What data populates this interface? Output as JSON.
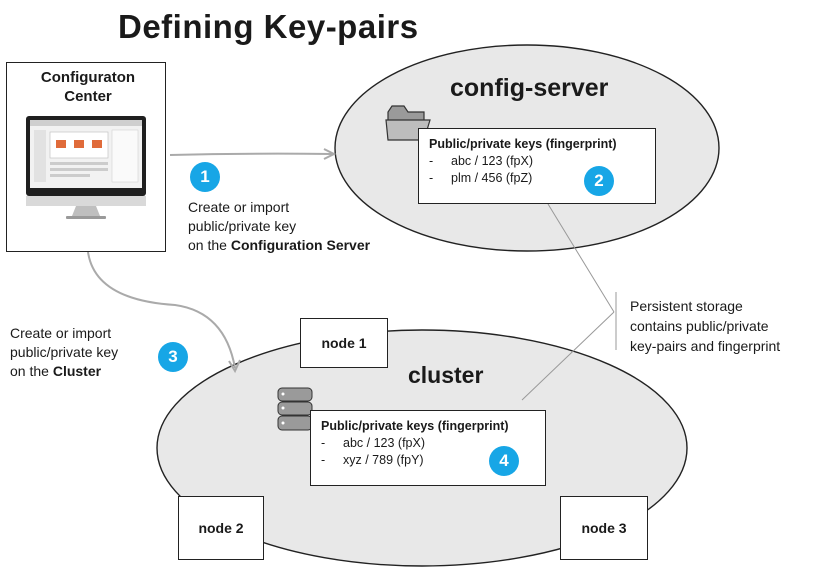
{
  "title": "Defining Key-pairs",
  "config_center": {
    "label_line1": "Configuraton",
    "label_line2": "Center"
  },
  "config_server": {
    "title": "config-server",
    "keys_title": "Public/private keys (fingerprint)",
    "keys": [
      "abc / 123 (fpX)",
      "plm / 456 (fpZ)"
    ]
  },
  "cluster": {
    "title": "cluster",
    "keys_title": "Public/private keys (fingerprint)",
    "keys": [
      "abc / 123 (fpX)",
      "xyz / 789 (fpY)"
    ],
    "nodes": [
      "node 1",
      "node 2",
      "node 3"
    ]
  },
  "steps": {
    "step1": {
      "number": "1",
      "line1": "Create or import",
      "line2": "public/private key",
      "line3_prefix": "on the ",
      "line3_bold": "Configuration Server"
    },
    "step2": {
      "number": "2"
    },
    "step3": {
      "number": "3",
      "line1": "Create or import",
      "line2": "public/private key",
      "line3_prefix": "on the ",
      "line3_bold": "Cluster"
    },
    "step4": {
      "number": "4"
    }
  },
  "storage_note": {
    "line1": "Persistent storage",
    "line2": "contains public/private",
    "line3": "key-pairs and fingerprint"
  },
  "colors": {
    "badge": "#17a6e6",
    "ellipse_fill": "#e8e8e8",
    "line": "#999999"
  }
}
